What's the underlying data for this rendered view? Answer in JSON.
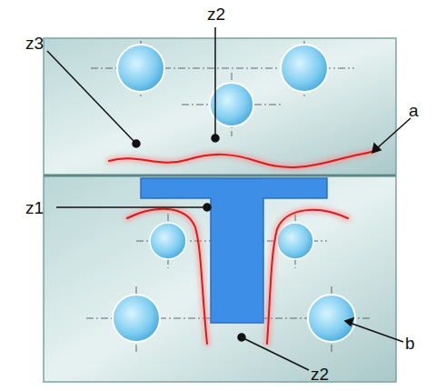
{
  "diagram": {
    "labels": [
      "z2",
      "z3",
      "a",
      "z1",
      "b",
      "z2"
    ]
  }
}
